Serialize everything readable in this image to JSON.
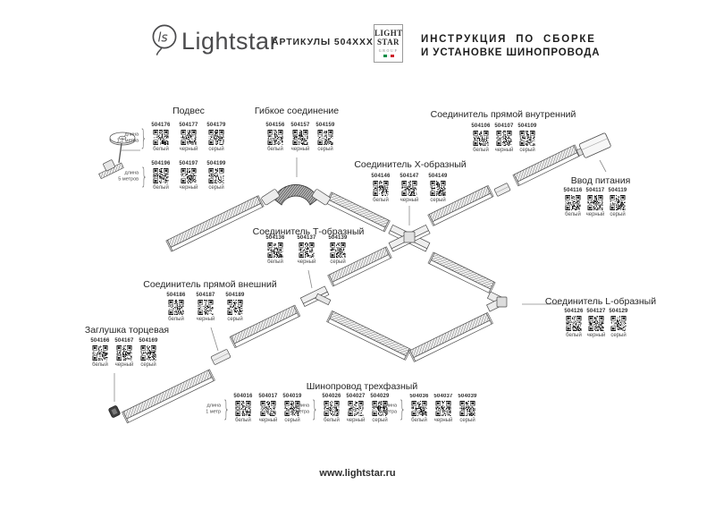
{
  "header": {
    "brand": "Lightstar",
    "articles_label": "АРТИКУЛЫ 504XXX",
    "group_logo": {
      "line1": "LIGHT",
      "line2": "STAR",
      "line3": "GROUP",
      "flag_green": "#008C45",
      "flag_white": "#f4f4f4",
      "flag_red": "#CD212A"
    },
    "title_line1": "ИНСТРУКЦИЯ ПО СБОРКЕ",
    "title_line2": "И УСТАНОВКЕ ШИНОПРОВОДА"
  },
  "footer": {
    "url": "www.lightstar.ru"
  },
  "groups": [
    {
      "id": "podves",
      "title": "Подвес",
      "rows": [
        {
          "length_label": [
            "длина",
            "1,2 метра"
          ],
          "items": [
            {
              "article": "504176",
              "color": "белый"
            },
            {
              "article": "504177",
              "color": "черный"
            },
            {
              "article": "504179",
              "color": "серый"
            }
          ]
        },
        {
          "length_label": [
            "длина",
            "5 метров"
          ],
          "items": [
            {
              "article": "504196",
              "color": "белый"
            },
            {
              "article": "504197",
              "color": "черный"
            },
            {
              "article": "504199",
              "color": "серый"
            }
          ]
        }
      ]
    },
    {
      "id": "gibkoe",
      "title": "Гибкое соединение",
      "rows": [
        {
          "items": [
            {
              "article": "504156",
              "color": "белый"
            },
            {
              "article": "504157",
              "color": "черный"
            },
            {
              "article": "504159",
              "color": "серый"
            }
          ]
        }
      ]
    },
    {
      "id": "pryamoy_vnutrenniy",
      "title": "Соединитель прямой внутренний",
      "rows": [
        {
          "items": [
            {
              "article": "504106",
              "color": "белый"
            },
            {
              "article": "504107",
              "color": "черный"
            },
            {
              "article": "504109",
              "color": "серый"
            }
          ]
        }
      ]
    },
    {
      "id": "x_obraznyi",
      "title": "Соединитель Х-образный",
      "rows": [
        {
          "items": [
            {
              "article": "504146",
              "color": "белый"
            },
            {
              "article": "504147",
              "color": "черный"
            },
            {
              "article": "504149",
              "color": "серый"
            }
          ]
        }
      ]
    },
    {
      "id": "vvod_pitaniya",
      "title": "Ввод питания",
      "rows": [
        {
          "items": [
            {
              "article": "504116",
              "color": "белый"
            },
            {
              "article": "504117",
              "color": "черный"
            },
            {
              "article": "504119",
              "color": "серый"
            }
          ]
        }
      ]
    },
    {
      "id": "t_obraznyi",
      "title": "Соединитель Т-образный",
      "rows": [
        {
          "items": [
            {
              "article": "504136",
              "color": "белый"
            },
            {
              "article": "504137",
              "color": "черный"
            },
            {
              "article": "504139",
              "color": "серый"
            }
          ]
        }
      ]
    },
    {
      "id": "pryamoy_vneshniy",
      "title": "Соединитель прямой внешний",
      "rows": [
        {
          "items": [
            {
              "article": "504186",
              "color": "белый"
            },
            {
              "article": "504187",
              "color": "черный"
            },
            {
              "article": "504189",
              "color": "серый"
            }
          ]
        }
      ]
    },
    {
      "id": "l_obraznyi",
      "title": "Соединитель L-образный",
      "rows": [
        {
          "items": [
            {
              "article": "504126",
              "color": "белый"
            },
            {
              "article": "504127",
              "color": "черный"
            },
            {
              "article": "504129",
              "color": "серый"
            }
          ]
        }
      ]
    },
    {
      "id": "zaglushka",
      "title": "Заглушка торцевая",
      "rows": [
        {
          "items": [
            {
              "article": "504166",
              "color": "белый"
            },
            {
              "article": "504167",
              "color": "черный"
            },
            {
              "article": "504169",
              "color": "серый"
            }
          ]
        }
      ]
    },
    {
      "id": "shinoprovod",
      "title": "Шинопровод трехфазный",
      "rows": [
        {
          "length_label": [
            "длина",
            "1 метр"
          ],
          "items": [
            {
              "article": "504016",
              "color": "белый"
            },
            {
              "article": "504017",
              "color": "черный"
            },
            {
              "article": "504019",
              "color": "серый"
            }
          ]
        },
        {
          "length_label": [
            "длина",
            "2 метра"
          ],
          "items": [
            {
              "article": "504026",
              "color": "белый"
            },
            {
              "article": "504027",
              "color": "черный"
            },
            {
              "article": "504029",
              "color": "серый"
            }
          ]
        },
        {
          "length_label": [
            "длина",
            "3 метра"
          ],
          "items": [
            {
              "article": "504036",
              "color": "белый"
            },
            {
              "article": "504037",
              "color": "черный"
            },
            {
              "article": "504039",
              "color": "серый"
            }
          ]
        }
      ]
    }
  ],
  "diagram": {
    "parts": [
      "suspension",
      "flexible-connector",
      "x-connector",
      "t-connector",
      "l-connector",
      "straight-internal-connector",
      "straight-external-connector",
      "end-cap",
      "power-feed",
      "track-segments"
    ]
  }
}
